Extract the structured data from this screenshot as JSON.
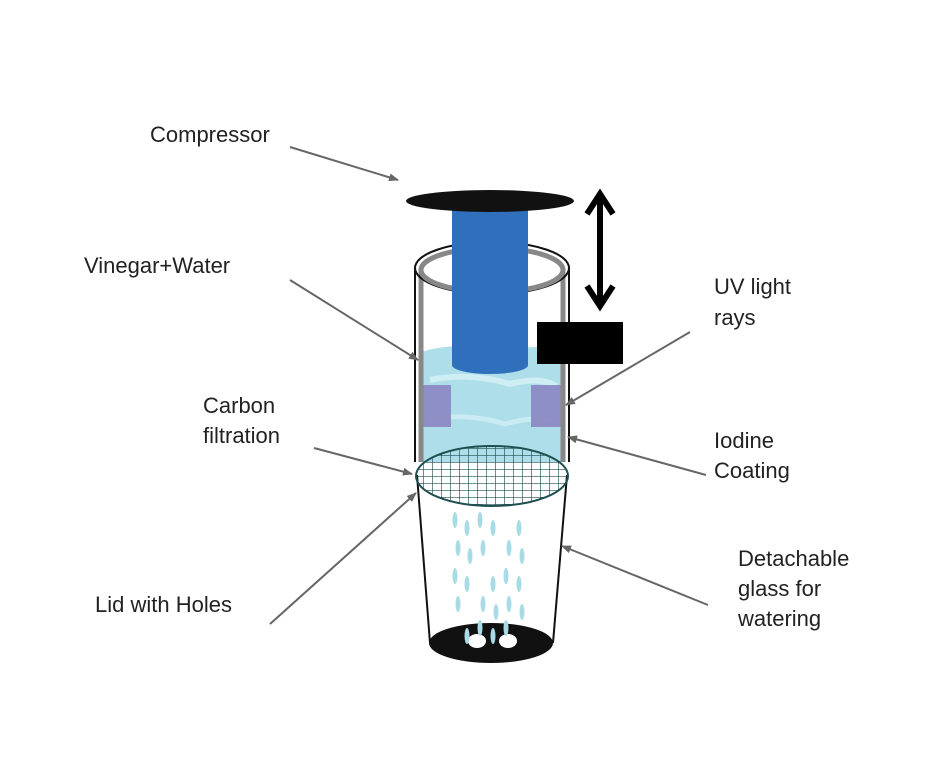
{
  "labels": {
    "compressor": "Compressor",
    "vinegar_water": "Vinegar+Water",
    "carbon_filtration_1": "Carbon",
    "carbon_filtration_2": "filtration",
    "lid_with_holes": "Lid with Holes",
    "uv_light_1": "UV light",
    "uv_light_2": "rays",
    "iodine_1": "Iodine",
    "iodine_2": "Coating",
    "glass_1": "Detachable",
    "glass_2": "glass for",
    "glass_3": "watering"
  },
  "colors": {
    "piston": "#2f6fbb",
    "liquid": "#9fd8e6",
    "iodine_patch": "#8a86c2",
    "outline": "#111111",
    "arrow": "#666666",
    "drops": "#a9dbe6"
  }
}
